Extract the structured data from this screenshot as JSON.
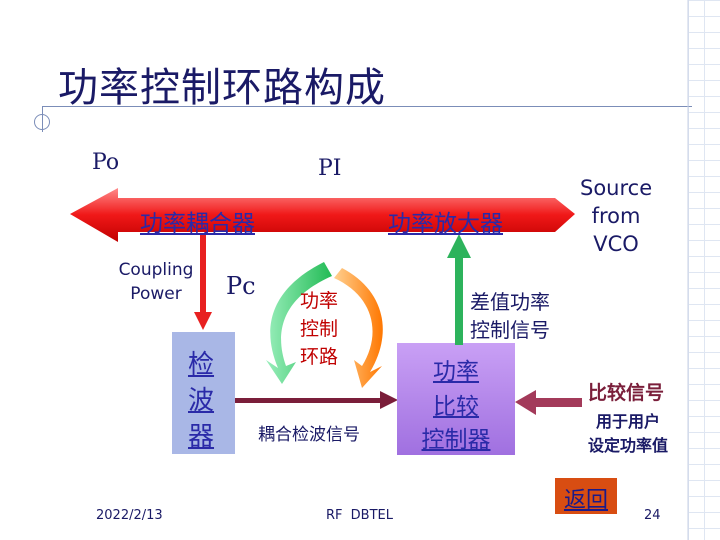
{
  "slide": {
    "title": "功率控制环路构成",
    "date": "2022/2/13",
    "footer": "RF DBTEL",
    "page": "24",
    "back_link": "返回"
  },
  "labels": {
    "po": "Po",
    "pi": "PI",
    "pc": "Pc",
    "coupler": "功率耦合器",
    "amplifier": "功率放大器",
    "source": [
      "Source",
      "from",
      "VCO"
    ],
    "coupling_power": [
      "Coupling",
      "Power"
    ],
    "detector": [
      "检",
      "波",
      "器"
    ],
    "loop": [
      "功率",
      "控制",
      "环路"
    ],
    "coupled_detect_signal": "耦合检波信号",
    "diff_signal": [
      "差值功率",
      "控制信号"
    ],
    "comparator": [
      "功率",
      "比较",
      "控制器"
    ],
    "compare_signal": "比较信号",
    "user_set": [
      "用于用户",
      "设定功率值"
    ]
  },
  "colors": {
    "red": "#f01818",
    "detector_fill": "#a9b7e6",
    "green": "#33cc66",
    "orange": "#ff8800",
    "purple": "#b888e8",
    "maroon": "#a33a5a",
    "back_button": "#d84d12"
  }
}
